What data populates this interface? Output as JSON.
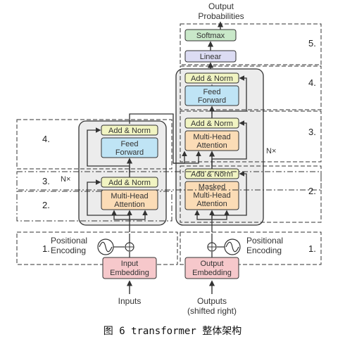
{
  "colors": {
    "add_norm": "#f1f4c2",
    "feed_forward": "#bfe4f5",
    "attention": "#fbdcb6",
    "embedding": "#f6c8cb",
    "linear": "#dcdcf3",
    "softmax": "#c9e8c9",
    "block_bg": "#ececec",
    "stroke": "#333333"
  },
  "top": {
    "output_probabilities_line1": "Output",
    "output_probabilities_line2": "Probabilities"
  },
  "decoder_head": {
    "softmax": "Softmax",
    "linear": "Linear"
  },
  "encoder": {
    "repeat": "N×",
    "add_norm_top": "Add & Norm",
    "feed_forward_line1": "Feed",
    "feed_forward_line2": "Forward",
    "add_norm_bottom": "Add & Norm",
    "attention_line1": "Multi-Head",
    "attention_line2": "Attention",
    "positional_line1": "Positional",
    "positional_line2": "Encoding",
    "embedding_line1": "Input",
    "embedding_line2": "Embedding",
    "input_label": "Inputs"
  },
  "decoder": {
    "repeat": "N×",
    "add_norm_top": "Add & Norm",
    "feed_forward_line1": "Feed",
    "feed_forward_line2": "Forward",
    "add_norm_mid": "Add & Norm",
    "attention_line1": "Multi-Head",
    "attention_line2": "Attention",
    "add_norm_bottom": "Add & Norm",
    "masked_line1": "Masked",
    "masked_line2": "Multi-Head",
    "masked_line3": "Attention",
    "positional_line1": "Positional",
    "positional_line2": "Encoding",
    "embedding_line1": "Output",
    "embedding_line2": "Embedding",
    "output_label_line1": "Outputs",
    "output_label_line2": "(shifted right)"
  },
  "numbers": {
    "dec_head": "5.",
    "dec_ff": "4.",
    "dec_cross": "3.",
    "dec_masked": "2.",
    "dec_pos": "1.",
    "enc_ff": "4.",
    "enc_addnorm": "3.",
    "enc_attn": "2.",
    "enc_pos": "1."
  },
  "caption": "图 6 transformer 整体架构"
}
